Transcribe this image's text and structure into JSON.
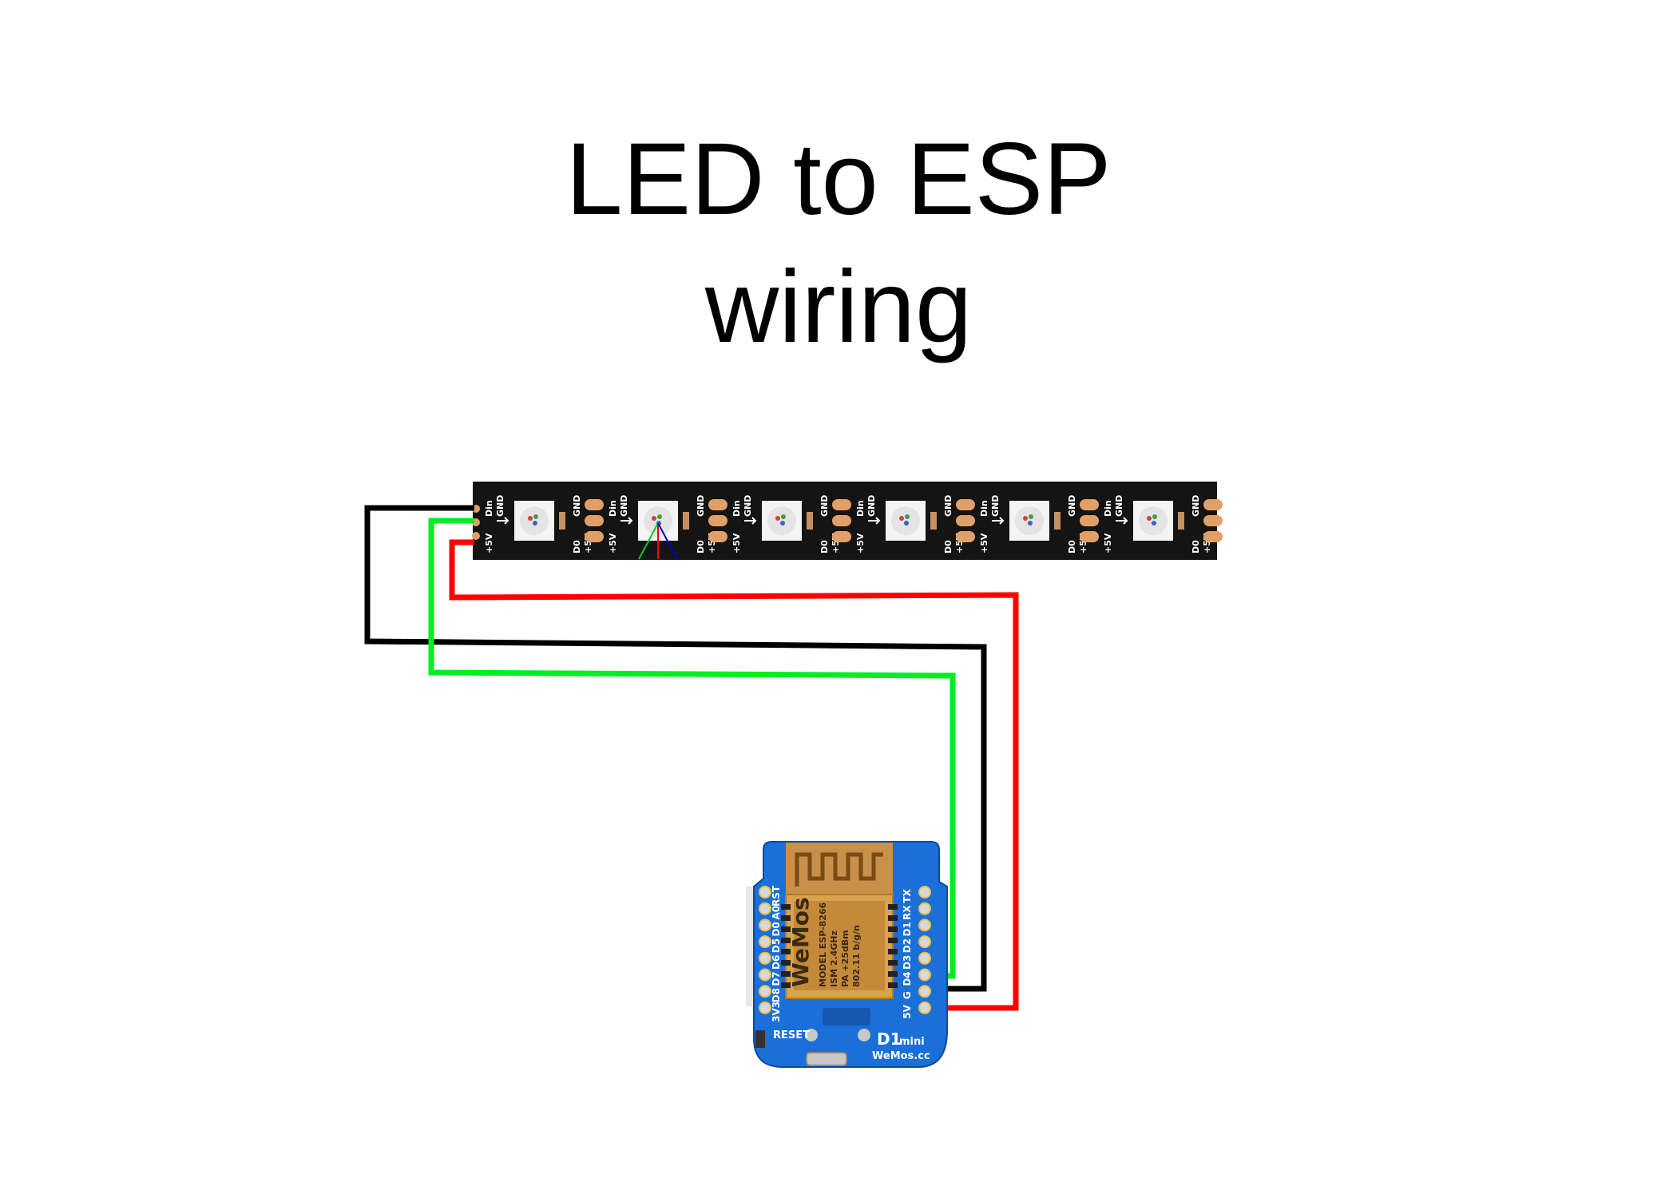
{
  "title": {
    "line1": "LED to ESP",
    "line2": "wiring"
  },
  "led_strip": {
    "pad_labels": {
      "vcc": "+5V",
      "din": "Din",
      "dout": "D0",
      "gnd": "GND"
    },
    "led_count": 6
  },
  "board": {
    "left_pins": [
      "RST",
      "A0",
      "D0",
      "D5",
      "D6",
      "D7",
      "D8",
      "3V3"
    ],
    "right_pins": [
      "TX",
      "RX",
      "D1",
      "D2",
      "D3",
      "D4",
      "G",
      "5V"
    ],
    "reset_label": "RESET",
    "name": "D1",
    "name_suffix": "mini",
    "site": "WeMos.cc",
    "module": {
      "brand": "WeMos",
      "model": "MODEL ESP-8266",
      "band": "ISM 2.4GHz",
      "power": "PA +25dBm",
      "proto": "802.11 b/g/n"
    }
  },
  "colors": {
    "wire_ground": "#000000",
    "wire_data": "#00ee22",
    "wire_power": "#ff0000",
    "strip": "#141414",
    "pad": "#e0a068",
    "board": "#1a6fd8"
  }
}
